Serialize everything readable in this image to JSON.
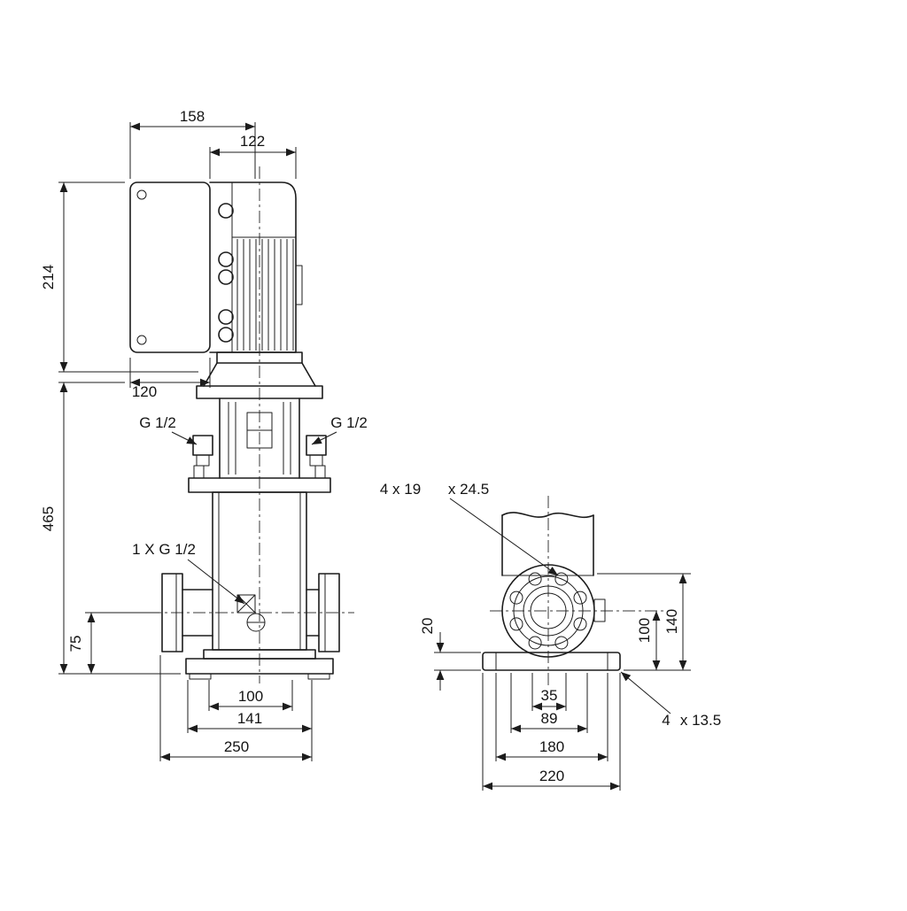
{
  "colors": {
    "line": "#1c1c1c",
    "background": "#ffffff"
  },
  "front_view": {
    "d158": "158",
    "d122": "122",
    "d214": "214",
    "d120": "120",
    "d465": "465",
    "port_left": "G 1/2",
    "port_right": "G 1/2",
    "drain": "1 X G 1/2",
    "d75": "75",
    "d100": "100",
    "d141": "141",
    "d250": "250"
  },
  "side_view": {
    "holes_a": "4 x 19",
    "holes_b": "x 24.5",
    "d20": "20",
    "d100": "100",
    "d140": "140",
    "d35": "35",
    "d89": "89",
    "d180": "180",
    "d220": "220",
    "base_holes_a": "4",
    "base_holes_b": "x 13.5"
  }
}
